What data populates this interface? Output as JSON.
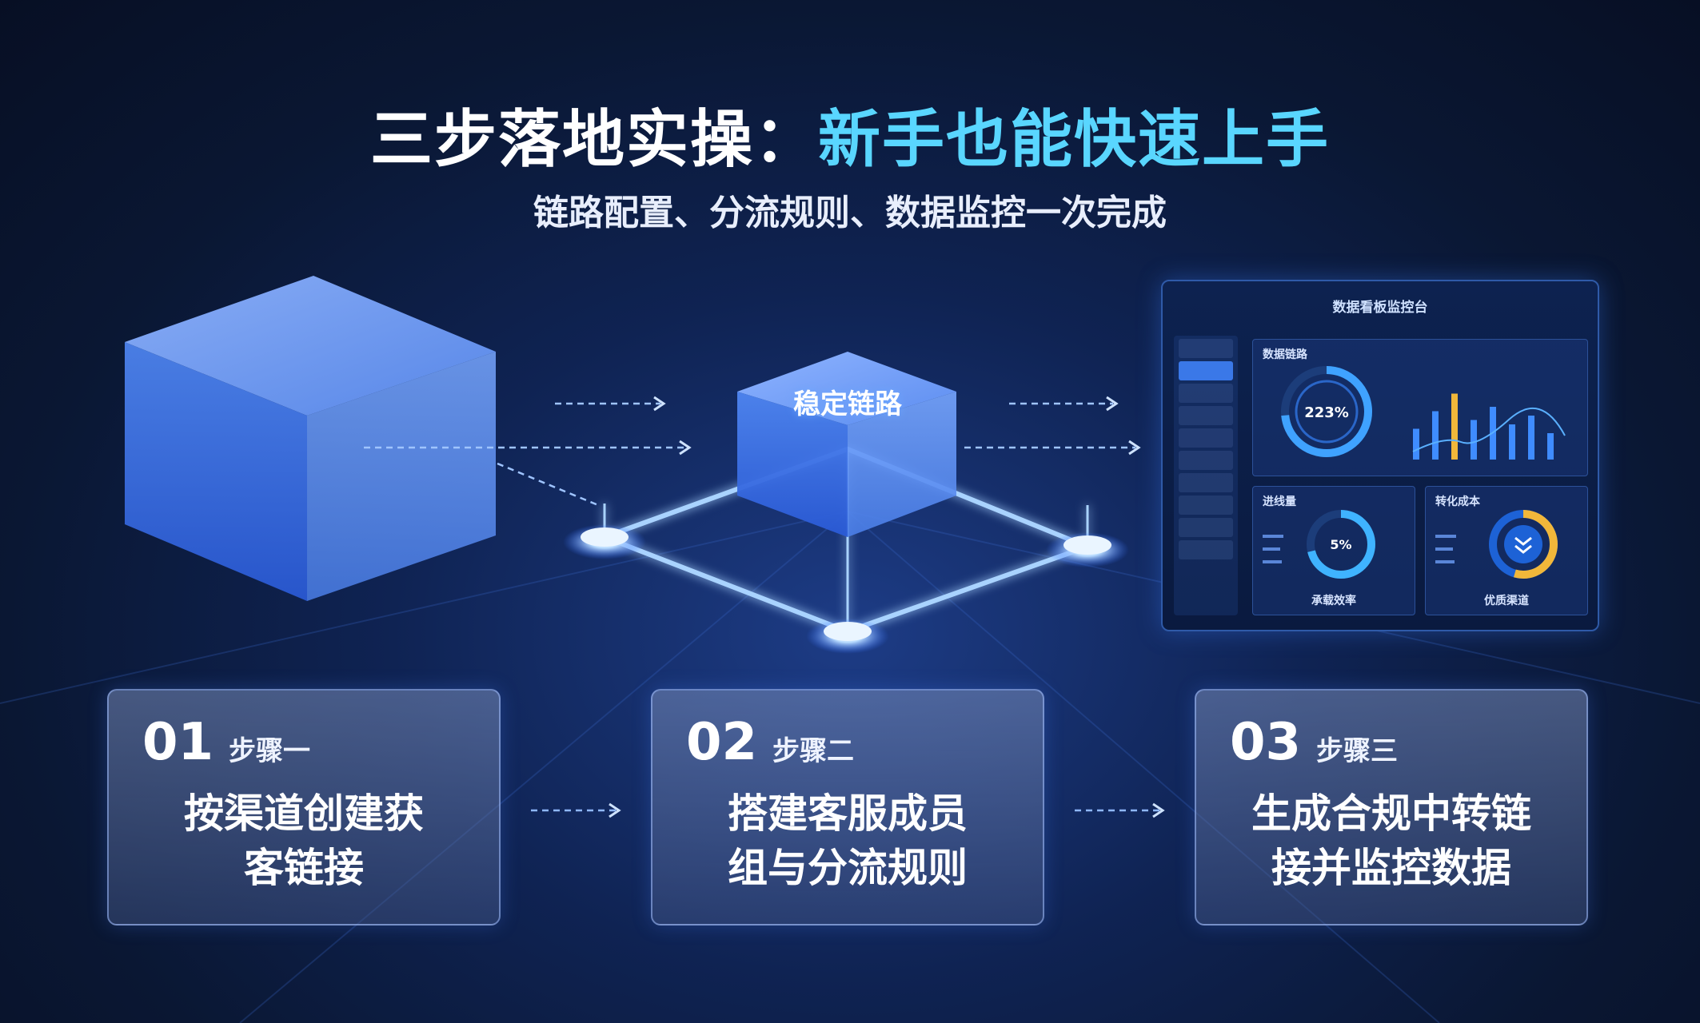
{
  "header": {
    "title_part1": "三步落地实操：",
    "title_part2": "新手也能快速上手",
    "subtitle": "链路配置、分流规则、数据监控一次完成"
  },
  "diagram": {
    "center_cube_label": "稳定链路"
  },
  "dashboard": {
    "title": "数据看板监控台",
    "top_panel_title": "数据链路",
    "top_ring_value": "223%",
    "left_panel_title": "进线量",
    "left_ring_value": "5%",
    "left_caption": "承载效率",
    "right_panel_title": "转化成本",
    "right_caption": "优质渠道",
    "bar_values": [
      0.35,
      0.55,
      0.75,
      0.45,
      0.6,
      0.4,
      0.5,
      0.3
    ]
  },
  "steps": [
    {
      "num": "01",
      "label": "步骤一",
      "desc_line1": "按渠道创建获",
      "desc_line2": "客链接"
    },
    {
      "num": "02",
      "label": "步骤二",
      "desc_line1": "搭建客服成员",
      "desc_line2": "组与分流规则"
    },
    {
      "num": "03",
      "label": "步骤三",
      "desc_line1": "生成合规中转链",
      "desc_line2": "接并监控数据"
    }
  ],
  "colors": {
    "accent_title": "#59d6ff",
    "glow": "#8fc8ff"
  }
}
